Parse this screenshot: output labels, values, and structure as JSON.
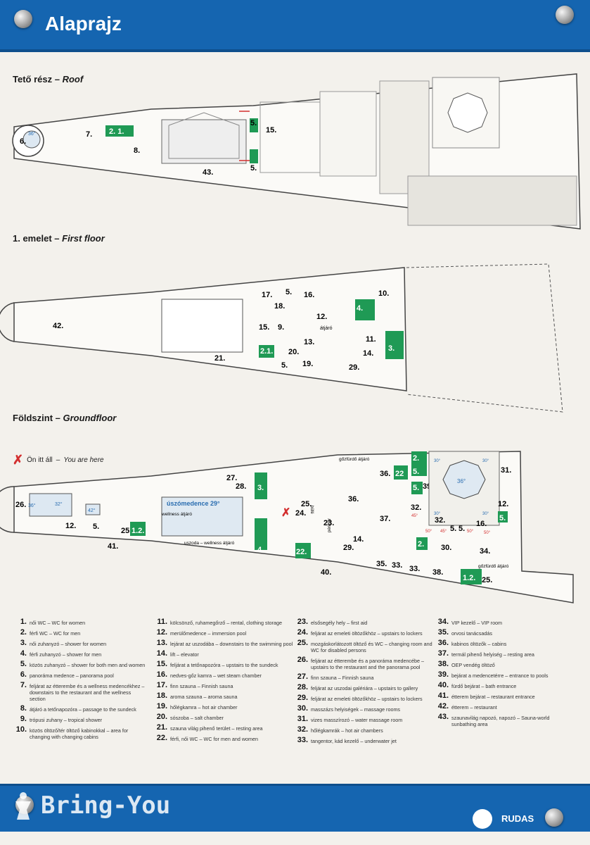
{
  "header": {
    "title": "Alaprajz"
  },
  "sections": {
    "roof": {
      "hu": "Tető rész",
      "en": "Roof"
    },
    "first": {
      "hu": "1. emelet",
      "en": "First floor"
    },
    "ground": {
      "hu": "Földszint",
      "en": "Groundfloor"
    }
  },
  "you_are_here": {
    "hu": "Ön itt áll",
    "en": "You are here"
  },
  "plan_labels": {
    "deg36": "36°",
    "deg32": "32°",
    "deg42": "42°",
    "deg30": "30°",
    "deg45": "45°",
    "deg50": "50°",
    "pool": "úszómedence 29°",
    "wellness_passage": "wellness átjáró",
    "uszoda_wellness": "uszoda – wellness átjáró",
    "atjaro": "átjáró",
    "gozfurdo": "gőzfürdő átjáró",
    "bufe": "büfé",
    "penztar": "pénztár"
  },
  "legend": [
    {
      "n": "1.",
      "t": "női WC – WC for women"
    },
    {
      "n": "2.",
      "t": "férfi WC – WC for men"
    },
    {
      "n": "3.",
      "t": "női zuhanyzó – shower for women"
    },
    {
      "n": "4.",
      "t": "férfi zuhanyzó – shower for men"
    },
    {
      "n": "5.",
      "t": "közös zuhanyzó – shower for both men and women"
    },
    {
      "n": "6.",
      "t": "panoráma medence – panorama pool"
    },
    {
      "n": "7.",
      "t": "feljárat az étterembe és a wellness medencékhez – downstairs to the restaurant and the wellness section"
    },
    {
      "n": "8.",
      "t": "átjáró a tetőnapozóra – passage to the sundeck"
    },
    {
      "n": "9.",
      "t": "trópusi zuhany – tropical shower"
    },
    {
      "n": "10.",
      "t": "közös öltöző/tér öltöző kabinokkal – area for changing with changing cabins"
    },
    {
      "n": "11.",
      "t": "kölcsönző, ruhamegőrző – rental, clothing storage"
    },
    {
      "n": "12.",
      "t": "merülőmedence – immersion pool"
    },
    {
      "n": "13.",
      "t": "lejárat az uszodába – downstairs to the swimming pool"
    },
    {
      "n": "14.",
      "t": "lift – elevator"
    },
    {
      "n": "15.",
      "t": "feljárat a tetőnapozóra – upstairs to the sundeck"
    },
    {
      "n": "16.",
      "t": "nedves-gőz kamra – wet steam chamber"
    },
    {
      "n": "17.",
      "t": "finn szauna – Finnish sauna"
    },
    {
      "n": "18.",
      "t": "aroma szauna – aroma sauna"
    },
    {
      "n": "19.",
      "t": "hőlégkamra – hot air chamber"
    },
    {
      "n": "20.",
      "t": "sószoba – salt chamber"
    },
    {
      "n": "21.",
      "t": "szauna világ pihenő terület – resting area"
    },
    {
      "n": "22.",
      "t": "férfi, női WC – WC for men and women"
    },
    {
      "n": "23.",
      "t": "elsősegély hely – first aid"
    },
    {
      "n": "24.",
      "t": "feljárat az emeleti öltözőkhöz – upstairs to lockers"
    },
    {
      "n": "25.",
      "t": "mozgáskorlátozott öltöző és WC – changing room and WC for disabled persons"
    },
    {
      "n": "26.",
      "t": "feljárat az étterembe és a panoráma medencébe – upstairs to the restaurant and the panorama pool"
    },
    {
      "n": "27.",
      "t": "finn szauna – Finnish sauna"
    },
    {
      "n": "28.",
      "t": "feljárat az uszodai galériára – upstairs to gallery"
    },
    {
      "n": "29.",
      "t": "feljárat az emeleti öltözőkhöz – upstairs to lockers"
    },
    {
      "n": "30.",
      "t": "masszázs helyiségek – massage rooms"
    },
    {
      "n": "31.",
      "t": "vizes masszírozó – water massage room"
    },
    {
      "n": "32.",
      "t": "hőlégkamrák – hot air chambers"
    },
    {
      "n": "33.",
      "t": "tangentor, kád kezelő – underwater jet"
    },
    {
      "n": "34.",
      "t": "VIP kezelő – VIP room"
    },
    {
      "n": "35.",
      "t": "orvosi tanácsadás"
    },
    {
      "n": "36.",
      "t": "kabinos öltözők – cabins"
    },
    {
      "n": "37.",
      "t": "termál pihenő helyiség – resting area"
    },
    {
      "n": "38.",
      "t": "OEP vendég öltöző"
    },
    {
      "n": "39.",
      "t": "bejárat a medencetérre – entrance to pools"
    },
    {
      "n": "40.",
      "t": "fürdő bejárat – bath entrance"
    },
    {
      "n": "41.",
      "t": "étterem bejárat – restaurant entrance"
    },
    {
      "n": "42.",
      "t": "étterem – restaurant"
    },
    {
      "n": "43.",
      "t": "szaunavilág napozó, napozó – Sauna-world sunbathing area"
    }
  ],
  "footer": {
    "brand": "RUDAS",
    "watermark": "Bring-You"
  },
  "colors": {
    "blue": "#1565b0",
    "green": "#1f9a55",
    "red": "#d32f2f"
  }
}
